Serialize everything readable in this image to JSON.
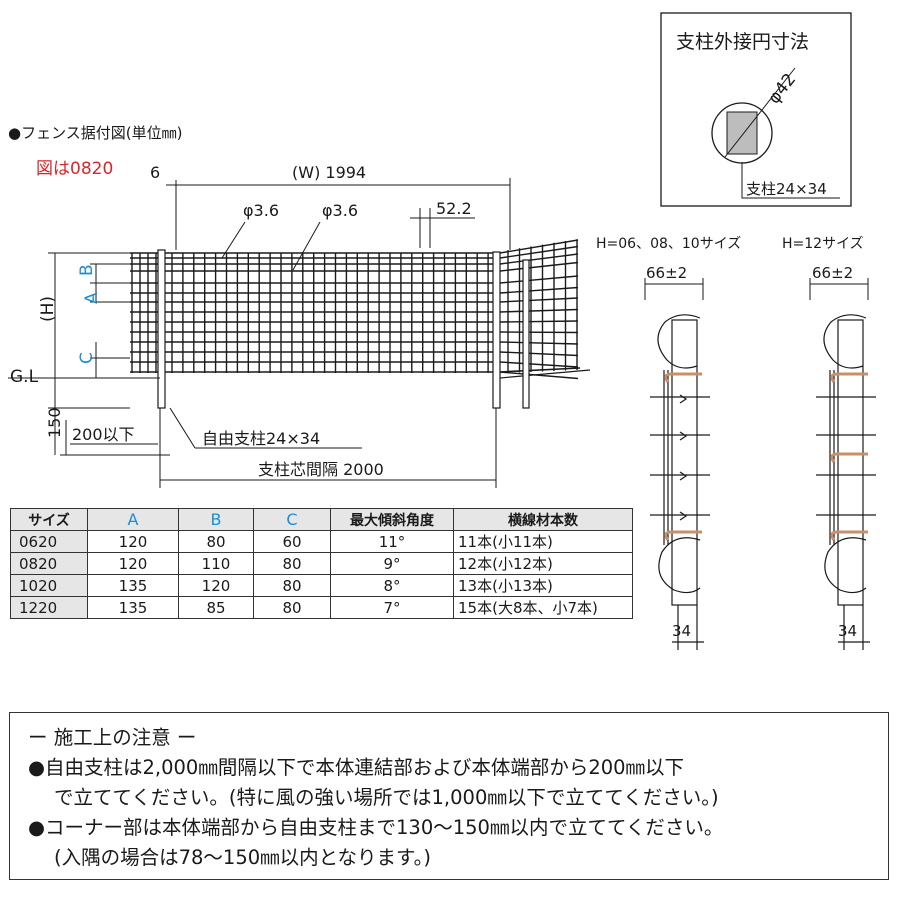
{
  "title": "●フェンス据付図(単位㎜)",
  "figure_note": "図は0820",
  "colors": {
    "note_red": "#d9262a",
    "header_blue": "#1a8fd1",
    "post_copper": "#c8906a",
    "header_bg": "#e6e6e6"
  },
  "drawing": {
    "dim_6": "6",
    "dim_width": "(W) 1994",
    "wire_diameter_1": "φ3.6",
    "wire_diameter_2": "φ3.6",
    "mesh_pitch": "52.2",
    "label_A": "A",
    "label_B": "B",
    "label_C": "C",
    "label_H": "(H)",
    "label_GL": "G.L",
    "dim_150": "150",
    "dim_200": "200以下",
    "free_post_label": "自由支柱24×34",
    "post_spacing_label": "支柱芯間隔 2000"
  },
  "inset": {
    "title": "支柱外接円寸法",
    "diameter": "φ42",
    "post_label": "支柱24×34"
  },
  "sections": {
    "left_heading": "H=06、08、10サイズ",
    "right_heading": "H=12サイズ",
    "width_dim": "66±2",
    "post_width": "34"
  },
  "table": {
    "headers": [
      "サイズ",
      "A",
      "B",
      "C",
      "最大傾斜角度",
      "横線材本数"
    ],
    "rows": [
      [
        "0620",
        "120",
        "80",
        "60",
        "11°",
        "11本(小11本)"
      ],
      [
        "0820",
        "120",
        "110",
        "80",
        "9°",
        "12本(小12本)"
      ],
      [
        "1020",
        "135",
        "120",
        "80",
        "8°",
        "13本(小13本)"
      ],
      [
        "1220",
        "135",
        "85",
        "80",
        "7°",
        "15本(大8本、小7本)"
      ]
    ]
  },
  "notes": {
    "heading": "ー 施工上の注意 ー",
    "line1": "●自由支柱は2,000㎜間隔以下で本体連結部および本体端部から200㎜以下",
    "line2": "で立ててください。(特に風の強い場所では1,000㎜以下で立ててください。)",
    "line3": "●コーナー部は本体端部から自由支柱まで130〜150㎜以内で立ててください。",
    "line4": "(入隅の場合は78〜150㎜以内となります。)"
  }
}
